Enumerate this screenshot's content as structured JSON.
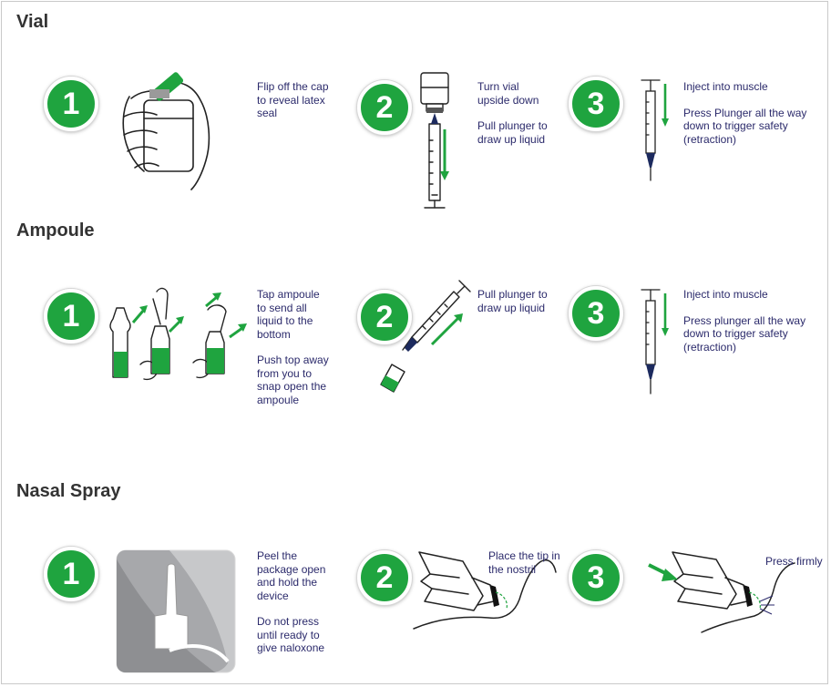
{
  "sections": {
    "vial": {
      "title": "Vial",
      "steps": [
        {
          "number": "1",
          "text": [
            "Flip off the cap\nto reveal latex\nseal"
          ]
        },
        {
          "number": "2",
          "text": [
            "Turn vial\nupside down",
            "Pull plunger to\ndraw up liquid"
          ]
        },
        {
          "number": "3",
          "text": [
            "Inject into muscle",
            "Press Plunger all the way\ndown to trigger safety\n(retraction)"
          ]
        }
      ]
    },
    "ampoule": {
      "title": "Ampoule",
      "steps": [
        {
          "number": "1",
          "text": [
            "Tap ampoule\nto send all\nliquid to the\nbottom",
            "Push top away\nfrom you to\nsnap open the\nampoule"
          ]
        },
        {
          "number": "2",
          "text": [
            "Pull plunger to\ndraw up liquid"
          ]
        },
        {
          "number": "3",
          "text": [
            "Inject into muscle",
            "Press plunger all the way\ndown to trigger safety\n(retraction)"
          ]
        }
      ]
    },
    "nasal": {
      "title": "Nasal Spray",
      "steps": [
        {
          "number": "1",
          "text": [
            "Peel the\npackage open\nand hold the\ndevice",
            "Do not press\nuntil ready to\ngive naloxone"
          ]
        },
        {
          "number": "2",
          "text": [
            "Place the tip in\nthe nostril"
          ]
        },
        {
          "number": "3",
          "text": [
            "Press firmly"
          ]
        }
      ]
    }
  },
  "colors": {
    "green": "#1fa43f",
    "text": "#2b2a6b",
    "title": "#333333",
    "line": "#222222",
    "navy": "#1c2a5e"
  }
}
